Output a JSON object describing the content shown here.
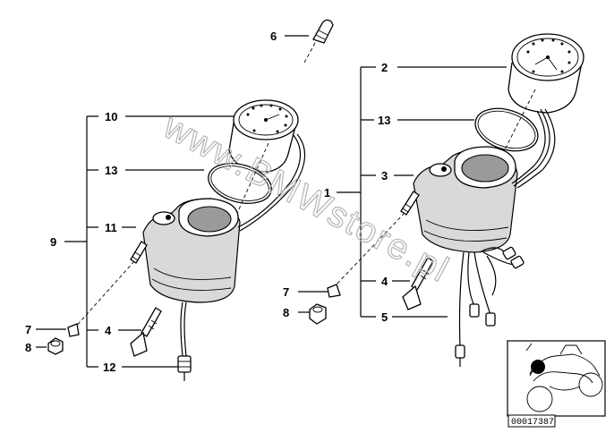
{
  "callouts": {
    "left": {
      "n10": "10",
      "n13": "13",
      "n11": "11",
      "n9": "9",
      "n7": "7",
      "n4": "4",
      "n8": "8",
      "n12": "12"
    },
    "right": {
      "n6": "6",
      "n2": "2",
      "n13": "13",
      "n3": "3",
      "n1": "1",
      "n4": "4",
      "n7": "7",
      "n5": "5",
      "n8": "8"
    }
  },
  "watermark": "www.BMWstore.pl",
  "thumbnail": {
    "reference_number": "00017387"
  }
}
